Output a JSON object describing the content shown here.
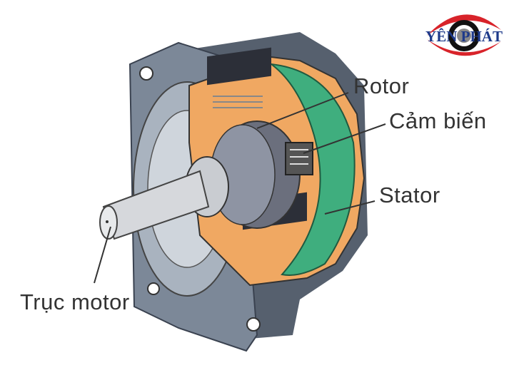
{
  "logo": {
    "text": "YÊN PHÁT",
    "colors": {
      "red": "#d8232a",
      "blue": "#1e3a8a",
      "black": "#111111"
    }
  },
  "labels": {
    "rotor": "Rotor",
    "sensor": "Cảm biến",
    "stator": "Stator",
    "shaft": "Trục motor"
  },
  "colors": {
    "housing": "#6f7d8c",
    "cutaway": "#f0a862",
    "green": "#3fae7e",
    "rotor": "#6b6f7d",
    "text": "#333333"
  }
}
